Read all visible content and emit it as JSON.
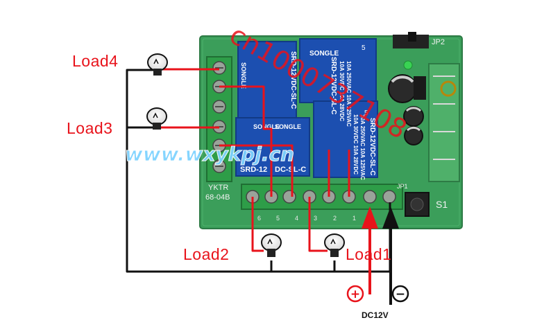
{
  "loads": {
    "load1": "Load1",
    "load2": "Load2",
    "load3": "Load3",
    "load4": "Load4"
  },
  "power": {
    "voltage_label": "DC12V",
    "positive_symbol": "+",
    "negative_symbol": "−"
  },
  "board": {
    "model_line1": "YKTR",
    "model_line2": "68-04B",
    "jumper_jp1": "JP1",
    "jumper_jp2": "JP2",
    "button_label": "S1",
    "terminal_numbers": [
      "6",
      "5",
      "4",
      "3",
      "2",
      "1"
    ],
    "relay_brand": "SONGLE",
    "relay_rating_line1": "10A 250VAC 10A 125VAC",
    "relay_rating_line2": "10A 30VDC 10A 28VDC",
    "relay_model": "SRD-12VDC-SL-C",
    "relay_model_partial": "SRD-12",
    "relay_model_tail": "DC-SL-C"
  },
  "watermarks": {
    "site": "www.wxykpj.cn",
    "store_id": "cn1000737108"
  },
  "colors": {
    "board_green": "#3b9e5a",
    "terminal_green": "#2e9d48",
    "relay_blue": "#1c4fb0",
    "wire_red": "#e8131b",
    "wire_black": "#111111"
  }
}
